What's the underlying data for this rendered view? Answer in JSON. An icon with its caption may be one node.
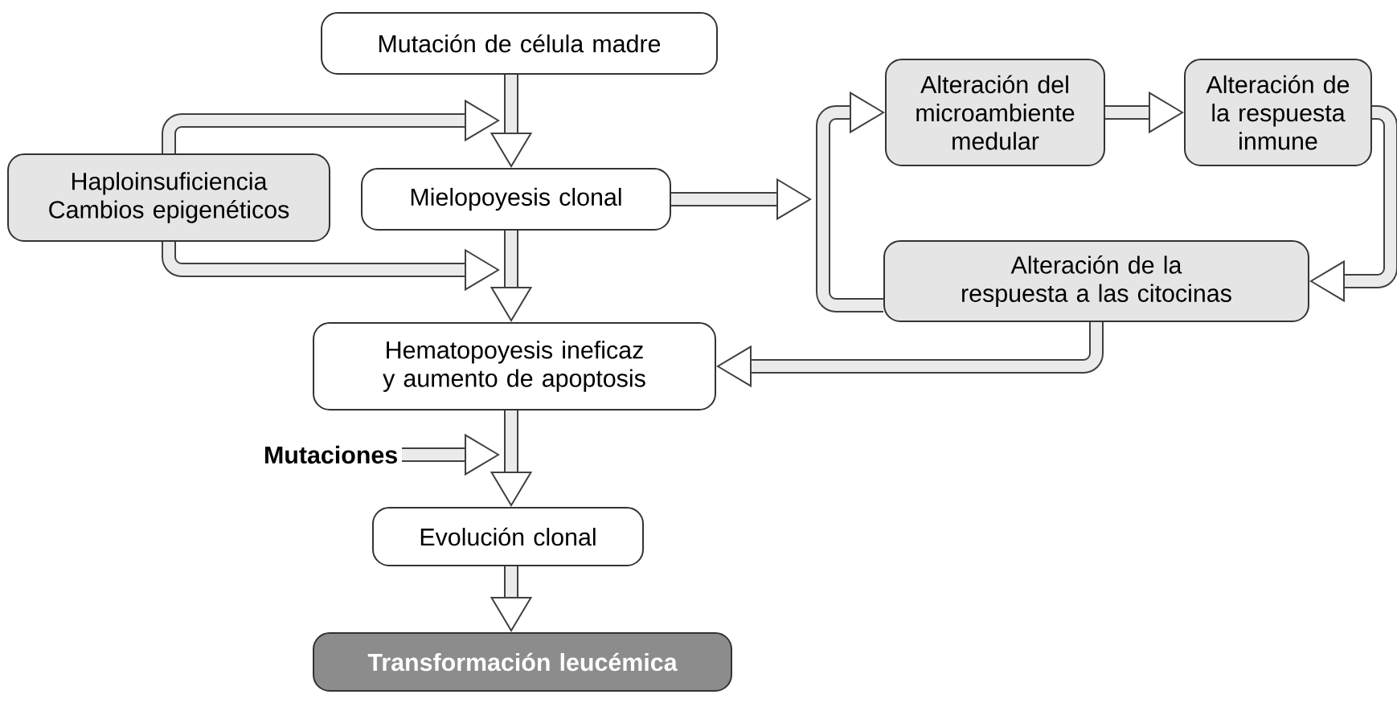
{
  "diagram": {
    "nodes": [
      {
        "text": [
          "Mutación de célula madre"
        ]
      },
      {
        "text": [
          "Haploinsuficiencia Cambios epigenéticos"
        ]
      },
      {
        "text": [
          "Mielopoyesis clonal"
        ]
      },
      {
        "text": [
          "Alteración del microambiente medular"
        ]
      },
      {
        "text": [
          "Alteración de la respuesta inmune"
        ]
      },
      {
        "text": [
          "Alteración de la respuesta a las citocinas"
        ]
      },
      {
        "text": [
          "Hematopoyesis ineficaz y aumento de apoptosis"
        ]
      },
      {
        "text": [
          "Mutaciones"
        ]
      },
      {
        "text": [
          "Evolución clonal"
        ]
      },
      {
        "text": [
          "Transformación leucémica"
        ]
      }
    ],
    "edges": [
      {
        "from": 0,
        "to": 2,
        "arrow": "to"
      },
      {
        "from": 1,
        "to": null,
        "arrow": "to"
      },
      {
        "from": 1,
        "to": null,
        "arrow": "to"
      },
      {
        "from": 2,
        "to": 6,
        "arrow": "to"
      },
      {
        "from": 2,
        "to": null,
        "arrow": "to"
      },
      {
        "from": 3,
        "to": 4,
        "arrow": "to"
      },
      {
        "from": 4,
        "to": 5,
        "arrow": "to"
      },
      {
        "from": 5,
        "to": 3,
        "arrow": "to"
      },
      {
        "from": 5,
        "to": 6,
        "arrow": "to"
      },
      {
        "from": 6,
        "to": 8,
        "arrow": "to"
      },
      {
        "from": 7,
        "to": null,
        "arrow": "to"
      },
      {
        "from": 8,
        "to": 9,
        "arrow": "to"
      }
    ]
  }
}
